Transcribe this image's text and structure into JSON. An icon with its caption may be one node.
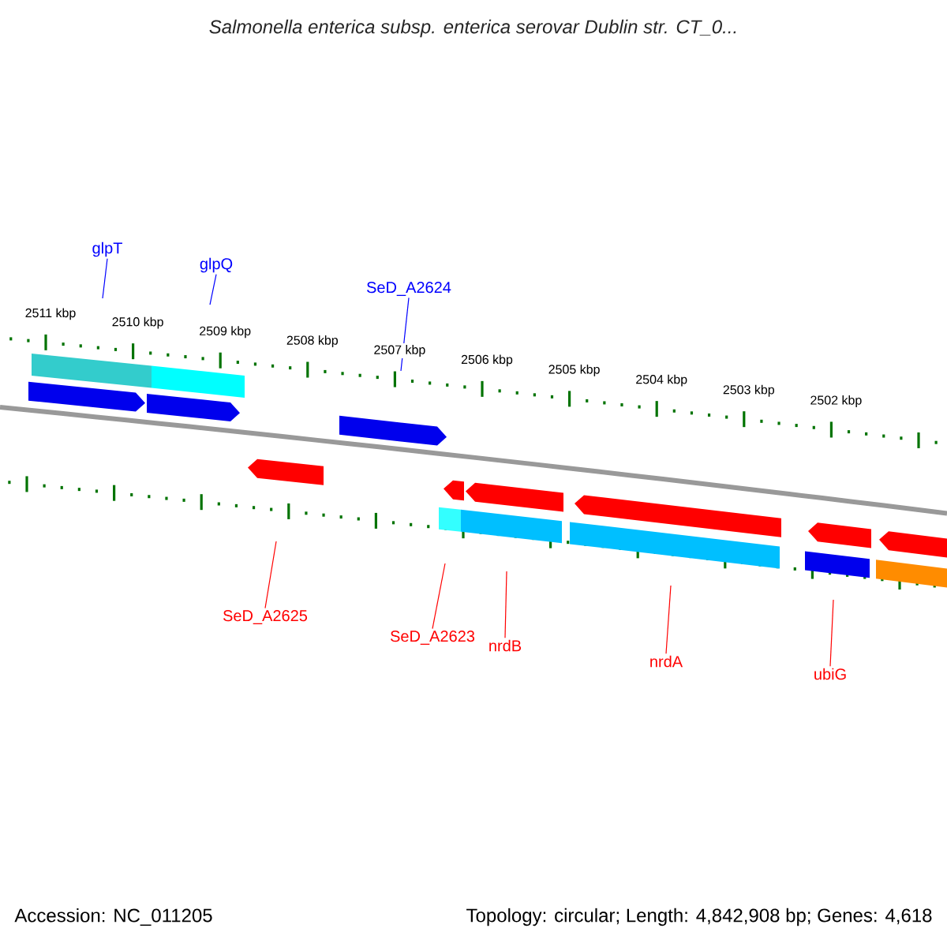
{
  "diagram": {
    "title": "Salmonella enterica subsp. enterica serovar Dublin str. CT_0...",
    "nodes": [
      {
        "text": [
          "glpT"
        ]
      },
      {
        "text": [
          "glpQ"
        ]
      },
      {
        "text": [
          "SeD_A2624"
        ]
      },
      {
        "text": [
          "SeD_A2625"
        ]
      },
      {
        "text": [
          "SeD_A2623"
        ]
      },
      {
        "text": [
          "nrdB"
        ]
      },
      {
        "text": [
          "nrdA"
        ]
      },
      {
        "text": [
          "ubiG"
        ]
      }
    ],
    "edges": [
      {
        "from": 0,
        "to": null,
        "arrow": "none",
        "color": "#0000ff"
      },
      {
        "from": 1,
        "to": null,
        "arrow": "none",
        "color": "#0000ff"
      },
      {
        "from": 2,
        "to": null,
        "arrow": "none",
        "color": "#0000ff"
      },
      {
        "from": 3,
        "to": null,
        "arrow": "none",
        "color": "#ff0000"
      },
      {
        "from": 4,
        "to": null,
        "arrow": "none",
        "color": "#ff0000"
      },
      {
        "from": 5,
        "to": null,
        "arrow": "none",
        "color": "#ff0000"
      },
      {
        "from": 6,
        "to": null,
        "arrow": "none",
        "color": "#ff0000"
      },
      {
        "from": 7,
        "to": null,
        "arrow": "none",
        "color": "#ff0000"
      }
    ],
    "labels": [
      "2511 kbp",
      "2510 kbp",
      "2509 kbp",
      "2508 kbp",
      "2507 kbp",
      "2506 kbp",
      "2505 kbp",
      "2504 kbp",
      "2503 kbp",
      "2502 kbp",
      "Accession: NC_011205",
      "Topology: circular; Length: 4,842,908 bp; Genes: 4,618"
    ]
  }
}
